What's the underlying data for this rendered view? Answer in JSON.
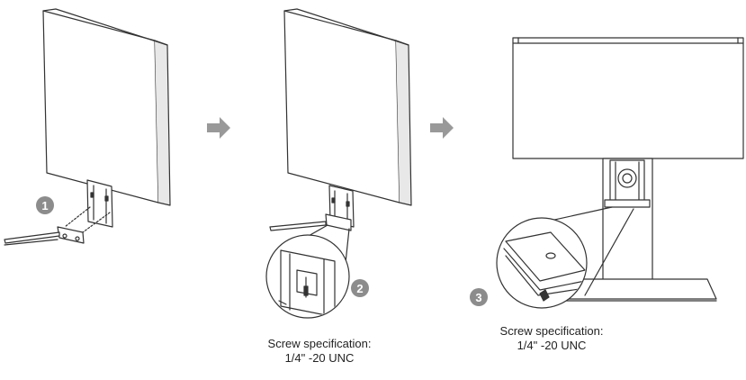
{
  "steps": [
    {
      "number": "1"
    },
    {
      "number": "2",
      "screw_spec_label": "Screw specification:",
      "screw_spec_value": "1/4\" -20 UNC"
    },
    {
      "number": "3",
      "screw_spec_label": "Screw specification:",
      "screw_spec_value": "1/4\" -20 UNC"
    }
  ],
  "colors": {
    "line": "#333333",
    "arrow": "#999999",
    "badge": "#8c8c8c",
    "panel_side": "#e8e8e8"
  },
  "icons": {
    "next_step": "arrow-right-icon",
    "step_badge": "numbered-circle-icon"
  }
}
